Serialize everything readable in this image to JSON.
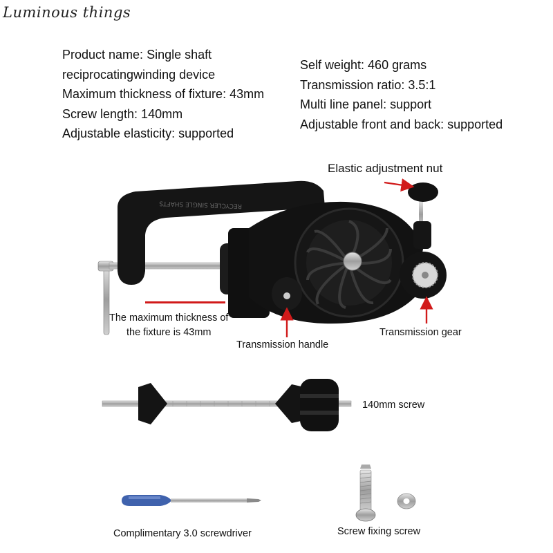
{
  "brand": "Luminous things",
  "specs_left": [
    "Product name: Single shaft",
    "reciprocatingwinding device",
    "Maximum thickness of fixture: 43mm",
    "Screw length: 140mm",
    "Adjustable elasticity: supported"
  ],
  "specs_right": [
    "Self weight: 460 grams",
    "Transmission ratio: 3.5:1",
    "Multi line panel: support",
    "Adjustable front and back: supported"
  ],
  "labels": {
    "elastic_nut": "Elastic adjustment nut",
    "max_thickness_1": "The maximum thickness of",
    "max_thickness_2": "the fixture is 43mm",
    "transmission_handle": "Transmission handle",
    "transmission_gear": "Transmission gear",
    "screw": "140mm screw",
    "screwdriver": "Complimentary 3.0 screwdriver",
    "fixing_screw": "Screw fixing screw",
    "device_engraving": "RECYCLER SINGLE SHAFTS"
  },
  "colors": {
    "arrow": "#d11a1a",
    "device": "#151515",
    "metal": "#b9b9b9",
    "screwdriver_handle": "#4a6fb5"
  }
}
